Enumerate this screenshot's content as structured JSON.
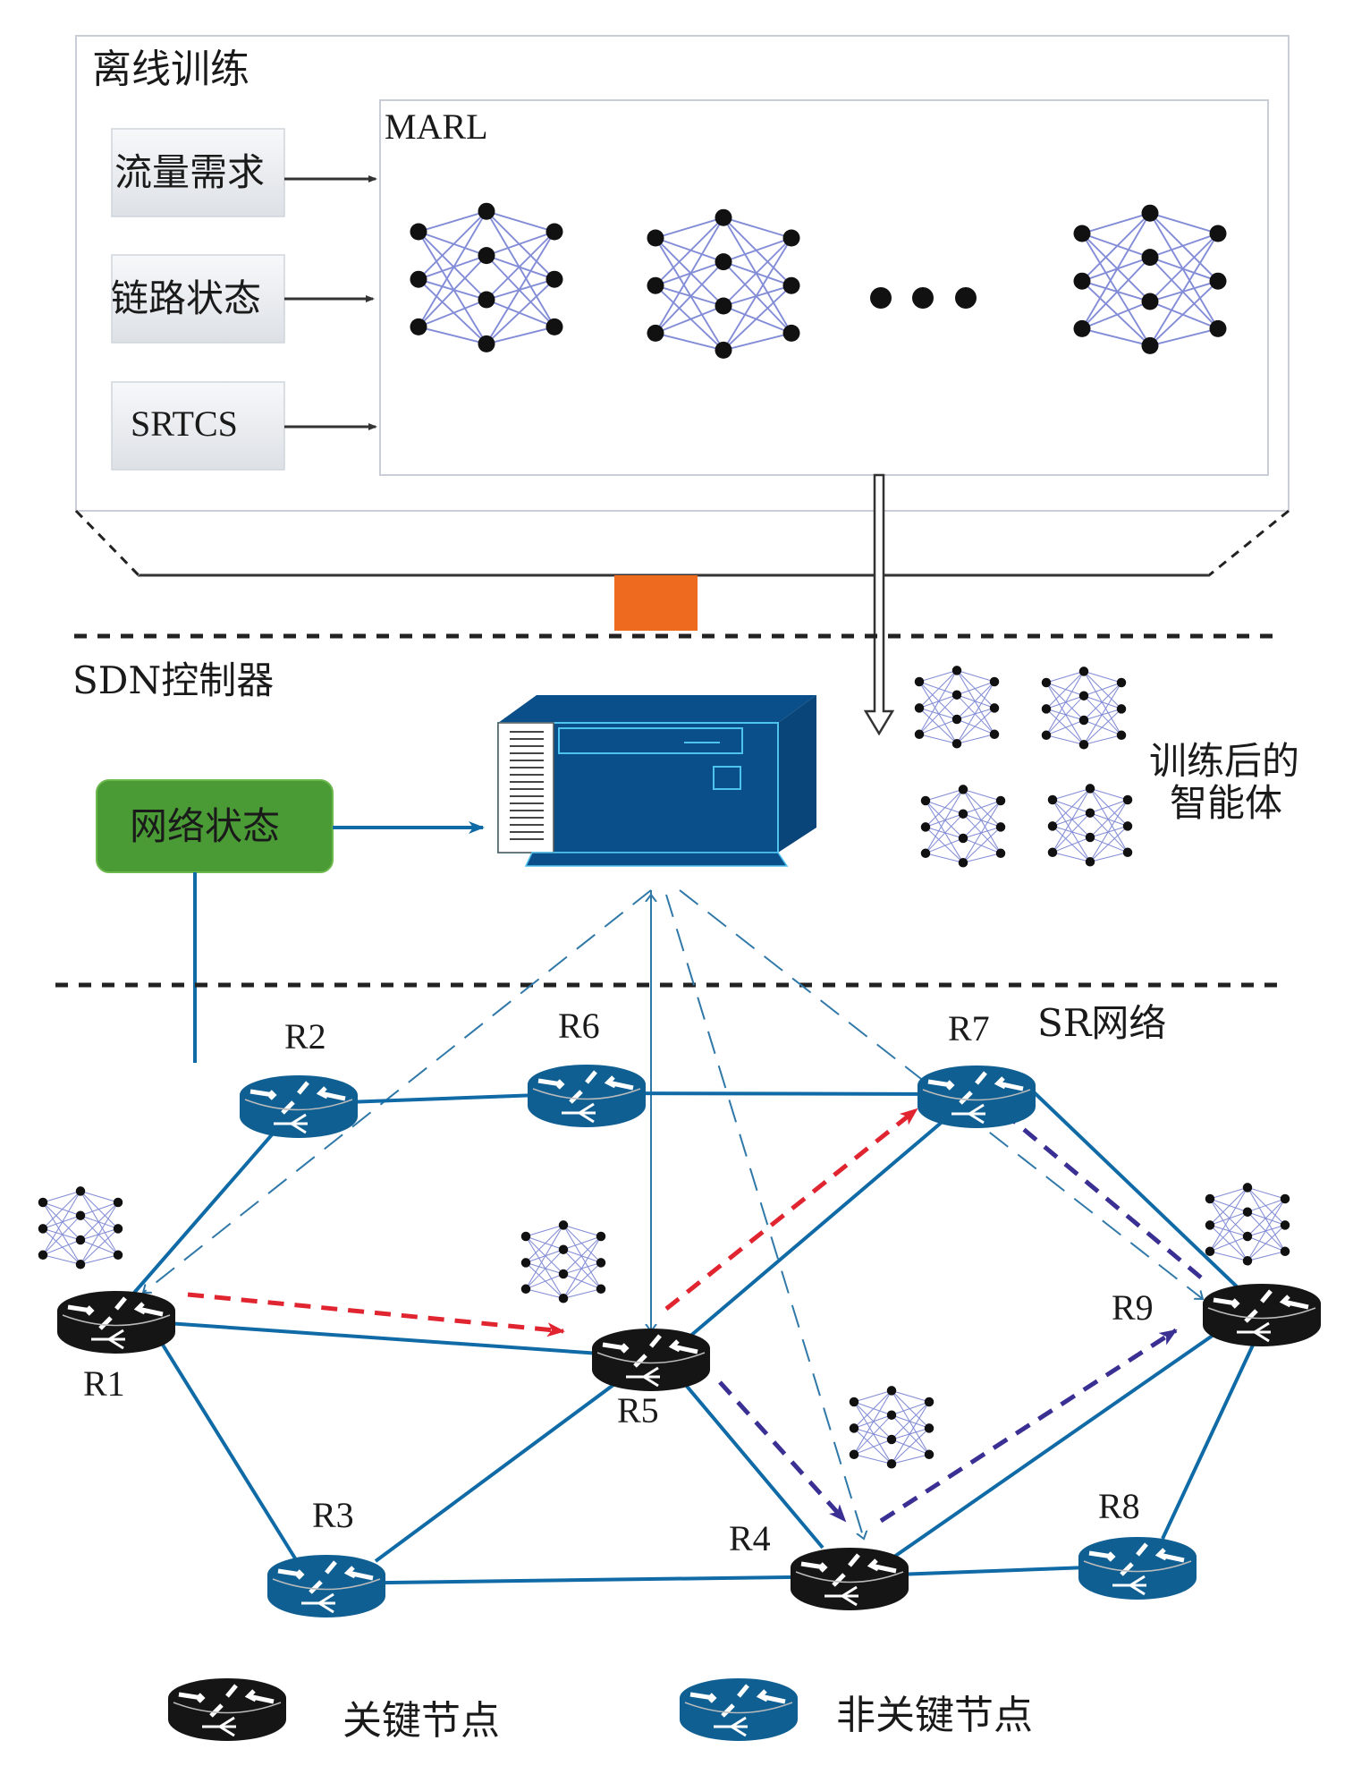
{
  "offline_training": {
    "title": "离线训练",
    "marl_label": "MARL",
    "inputs": [
      "流量需求",
      "链路状态",
      "SRTCS"
    ],
    "ellipsis": "…"
  },
  "sdn": {
    "title": "SDN控制器",
    "network_state": "网络状态",
    "trained_agents_line1": "训练后的",
    "trained_agents_line2": "智能体"
  },
  "sr_network": {
    "title": "SR网络",
    "routers": [
      {
        "id": "R1",
        "type": "key"
      },
      {
        "id": "R2",
        "type": "non-key"
      },
      {
        "id": "R3",
        "type": "non-key"
      },
      {
        "id": "R4",
        "type": "key"
      },
      {
        "id": "R5",
        "type": "key"
      },
      {
        "id": "R6",
        "type": "non-key"
      },
      {
        "id": "R7",
        "type": "non-key"
      },
      {
        "id": "R8",
        "type": "non-key"
      },
      {
        "id": "R9",
        "type": "key"
      }
    ],
    "links": [
      [
        "R1",
        "R2"
      ],
      [
        "R2",
        "R6"
      ],
      [
        "R6",
        "R7"
      ],
      [
        "R1",
        "R5"
      ],
      [
        "R1",
        "R3"
      ],
      [
        "R3",
        "R5"
      ],
      [
        "R3",
        "R4"
      ],
      [
        "R5",
        "R7"
      ],
      [
        "R5",
        "R4"
      ],
      [
        "R7",
        "R9"
      ],
      [
        "R4",
        "R9"
      ],
      [
        "R4",
        "R8"
      ],
      [
        "R8",
        "R9"
      ]
    ],
    "red_path": [
      "R1",
      "R5",
      "R7"
    ],
    "purple_path": [
      "R5",
      "R4",
      "R9",
      "R7"
    ]
  },
  "legend": {
    "key_node": "关键节点",
    "non_key_node": "非关键节点"
  },
  "colors": {
    "key_router": "#151515",
    "non_key_router": "#0f5f93",
    "link": "#0f6aa6",
    "green_box": "#4a9b35",
    "orange_block": "#ee6a1e",
    "server": "#0b4f8a",
    "red_path": "#e02430",
    "purple_path": "#3a2f93"
  }
}
